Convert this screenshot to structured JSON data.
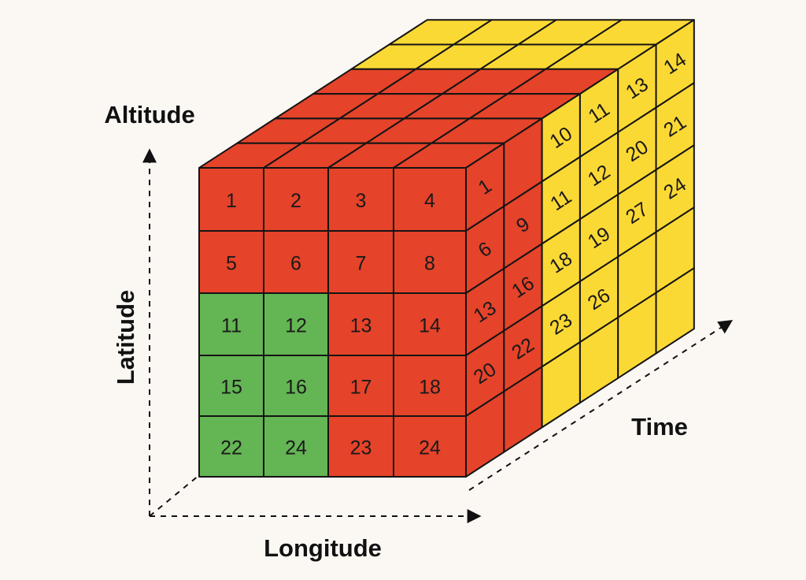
{
  "colors": {
    "red": "#e5432a",
    "green": "#64b554",
    "yellow": "#fbd935",
    "stroke": "#141414",
    "background": "#fbf8f4"
  },
  "axes": {
    "altitude": "Altitude",
    "latitude": "Latitude",
    "longitude": "Longitude",
    "time": "Time"
  },
  "front_face": {
    "rows": [
      [
        {
          "label": "1",
          "color": "red"
        },
        {
          "label": "2",
          "color": "red"
        },
        {
          "label": "3",
          "color": "red"
        },
        {
          "label": "4",
          "color": "red"
        }
      ],
      [
        {
          "label": "5",
          "color": "red"
        },
        {
          "label": "6",
          "color": "red"
        },
        {
          "label": "7",
          "color": "red"
        },
        {
          "label": "8",
          "color": "red"
        }
      ],
      [
        {
          "label": "11",
          "color": "green"
        },
        {
          "label": "12",
          "color": "green"
        },
        {
          "label": "13",
          "color": "red"
        },
        {
          "label": "14",
          "color": "red"
        }
      ],
      [
        {
          "label": "15",
          "color": "green"
        },
        {
          "label": "16",
          "color": "green"
        },
        {
          "label": "17",
          "color": "red"
        },
        {
          "label": "18",
          "color": "red"
        }
      ],
      [
        {
          "label": "22",
          "color": "green"
        },
        {
          "label": "24",
          "color": "green"
        },
        {
          "label": "23",
          "color": "red"
        },
        {
          "label": "24",
          "color": "red"
        }
      ]
    ]
  },
  "side_face": {
    "columns": [
      {
        "color": "red",
        "labels": [
          "1",
          "6",
          "13",
          "20",
          ""
        ]
      },
      {
        "color": "red",
        "labels": [
          "",
          "9",
          "16",
          "22",
          ""
        ]
      },
      {
        "color": "yellow",
        "labels": [
          "10",
          "11",
          "18",
          "23",
          ""
        ]
      },
      {
        "color": "yellow",
        "labels": [
          "11",
          "12",
          "19",
          "26",
          ""
        ]
      },
      {
        "color": "yellow",
        "labels": [
          "13",
          "20",
          "27",
          "",
          ""
        ]
      },
      {
        "color": "yellow",
        "labels": [
          "14",
          "21",
          "24",
          "",
          ""
        ]
      }
    ]
  },
  "top_face": {
    "rows": [
      [
        "yellow",
        "yellow",
        "yellow",
        "yellow"
      ],
      [
        "yellow",
        "yellow",
        "yellow",
        "yellow"
      ],
      [
        "red",
        "red",
        "red",
        "red"
      ],
      [
        "red",
        "red",
        "red",
        "red"
      ],
      [
        "red",
        "red",
        "red",
        "red"
      ],
      [
        "red",
        "red",
        "red",
        "red"
      ]
    ]
  }
}
